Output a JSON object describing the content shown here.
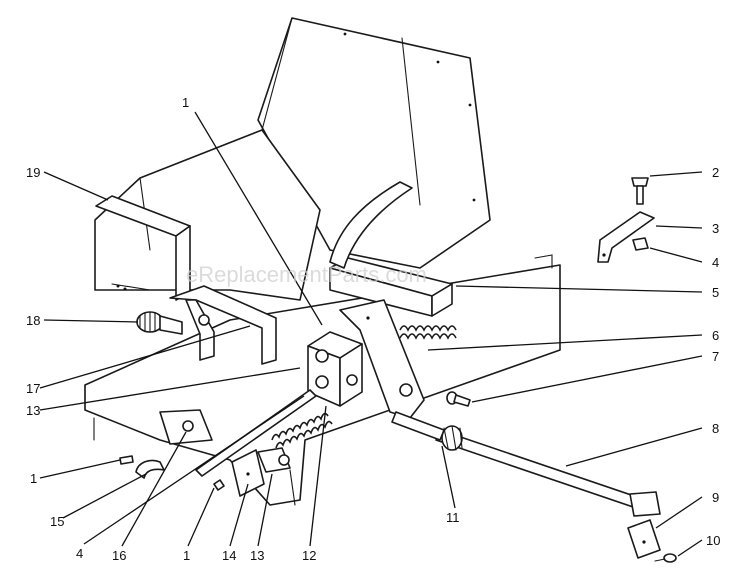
{
  "watermark": "eReplacementParts.com",
  "callouts": [
    {
      "id": "c1-top",
      "label": "1"
    },
    {
      "id": "c2",
      "label": "2"
    },
    {
      "id": "c3",
      "label": "3"
    },
    {
      "id": "c4-right",
      "label": "4"
    },
    {
      "id": "c5",
      "label": "5"
    },
    {
      "id": "c6",
      "label": "6"
    },
    {
      "id": "c7",
      "label": "7"
    },
    {
      "id": "c8",
      "label": "8"
    },
    {
      "id": "c9",
      "label": "9"
    },
    {
      "id": "c10",
      "label": "10"
    },
    {
      "id": "c11",
      "label": "11"
    },
    {
      "id": "c12",
      "label": "12"
    },
    {
      "id": "c13-bottom",
      "label": "13"
    },
    {
      "id": "c14",
      "label": "14"
    },
    {
      "id": "c1-bottom",
      "label": "1"
    },
    {
      "id": "c16",
      "label": "16"
    },
    {
      "id": "c4-bottom",
      "label": "4"
    },
    {
      "id": "c15",
      "label": "15"
    },
    {
      "id": "c1-left",
      "label": "1"
    },
    {
      "id": "c13-left",
      "label": "13"
    },
    {
      "id": "c17",
      "label": "17"
    },
    {
      "id": "c18",
      "label": "18"
    },
    {
      "id": "c19",
      "label": "19"
    }
  ]
}
